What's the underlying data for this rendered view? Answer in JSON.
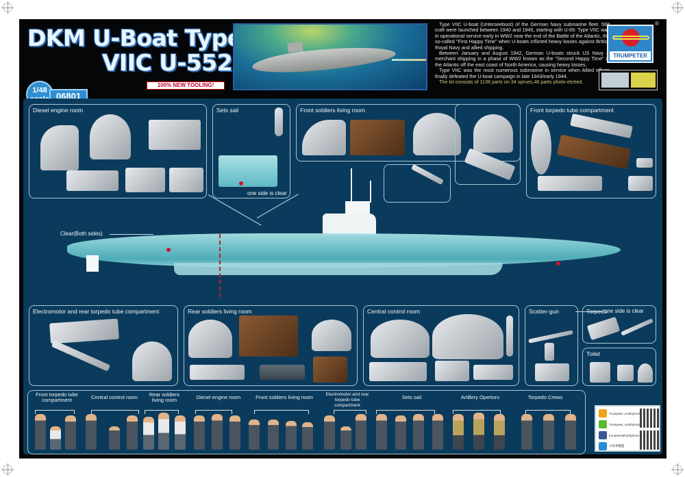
{
  "header": {
    "title_line1": "DKM U-Boat Type",
    "title_line2": "VIIC U-552",
    "scale": "1/48",
    "scale_label": "scale",
    "product_code": "06801",
    "tooling_badge": "100% NEW TOOLING!",
    "brand": "TRUMPETER",
    "registered_mark": "®"
  },
  "intro": {
    "paragraphs": [
      "Type VIIC U-boat (Unterseeboot) of the German Navy submarine fleet. 568 craft were launched between 1940 and 1945, starting with U-69. Type VIIC was in operational service early in WW2 near the end of the Battle of the Atlantic, the so-called \"First Happy Time\" when U-boats inflicted heavy losses against British Royal Navy and allied shipping.",
      "Between January and August 1942, German U-boats struck US Navy & merchant shipping in a phase of WW2 known as the \"Second Happy Time\" in the Atlantic off the east coast of North America, causing heavy losses.",
      "Type VIIC was the most numerous submarine in service when Allied efforts finally defeated the U-boat campaign in late 1943/early 1944."
    ],
    "kit_note": "The kit consists of 1138 parts on 34 sprues,40 parts photo-etched."
  },
  "panels": {
    "diesel_engine_room": "Diesel engine room",
    "sets_sail": "Sets sail",
    "front_soldiers_living_room": "Front soldiers living room",
    "front_torpedo_tube_compartment": "Front torpedo tube compartment",
    "electromotor_rear_torpedo": "Electromotor and rear torpedo tube compartment",
    "rear_soldiers_living_room": "Rear soldiers living room",
    "central_control_room": "Central control room",
    "scatter_gun": "Scatter-gun",
    "torpedo": "Torpedo",
    "toilet": "Toilet"
  },
  "notes": {
    "clear_both_sides": "Clear(Both sides)",
    "one_side_clear_sail": "one side is clear",
    "one_side_clear_bow": "one side is clear"
  },
  "crew": {
    "groups": [
      {
        "label": "Front torpedo tube compartment",
        "figures": 3
      },
      {
        "label": "Central control room",
        "figures": 3
      },
      {
        "label": "Rear soldiers living room",
        "figures": 3
      },
      {
        "label": "Diesel engine room",
        "figures": 3
      },
      {
        "label": "Front soldiers living room",
        "figures": 4
      },
      {
        "label": "Electromotor and rear torpedo tube compartment",
        "figures": 3
      },
      {
        "label": "Sets sail",
        "figures": 4
      },
      {
        "label": "Artillery Opertors",
        "figures": 3
      },
      {
        "label": "Torpedo Crews",
        "figures": 3
      }
    ]
  },
  "social": {
    "weibo": "Trumpeter_Hobbyboss",
    "wechat": "Trumpeter_Hobbyboss",
    "facebook": "trumpeter&hobbyboss fan club",
    "other": "小号手模型"
  },
  "colors": {
    "background": "#050608",
    "diagram_bg": "#0b3b5c",
    "title_text": "#e9f4fb",
    "title_outline": "#2a6db3",
    "hull_cyan": "#75c9cf",
    "marker_red": "#d0112b",
    "brand_blue": "#2f86c8"
  }
}
